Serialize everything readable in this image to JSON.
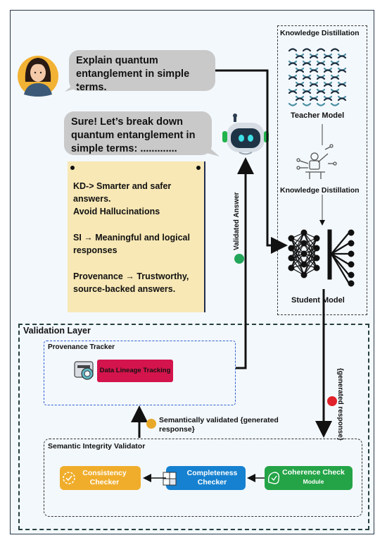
{
  "knowledge_distillation": {
    "title": "Knowledge Distillation",
    "teacher_label": "Teacher  Model",
    "kd_icon_label": "Knowledge Distillation",
    "student_label": "Student  Model"
  },
  "chat": {
    "user_message_lines": [
      "Explain quantum",
      "entanglement in simple",
      "terms."
    ],
    "bot_message_lines": [
      "Sure! Let’s break down",
      "quantum entanglement in",
      "simple terms: ............."
    ]
  },
  "notes": {
    "lines_1": [
      "KD-> Smarter and safer",
      "answers.",
      "Avoid Hallucinations"
    ],
    "lines_2": [
      "SI → Meaningful and logical",
      "responses"
    ],
    "lines_3": [
      "Provenance → Trustworthy,",
      "source-backed answers."
    ]
  },
  "arrows": {
    "validated_answer": "Validated Answer",
    "generated_response": "{generated response}",
    "semantically_validated": [
      "Semantically validated {generated",
      "response}"
    ]
  },
  "validation_layer": {
    "title": "Validation Layer",
    "provenance_title": "Provenance Tracker",
    "data_lineage": "Data Lineage Tracking",
    "semantic_title": "Semantic Integrity Validator",
    "consistency_lines": [
      "Consistency",
      "Checker"
    ],
    "completeness_lines": [
      "Completeness",
      "Checker"
    ],
    "coherence_title": "Coherence  Check",
    "coherence_sub": "Module"
  },
  "colors": {
    "green_dot": "#22a65a",
    "red_dot": "#e0222a",
    "yellow_dot": "#e8a92a",
    "data_lineage": "#d4144c",
    "consistency": "#f0ad2b",
    "completeness": "#1681d0",
    "coherence": "#24a447"
  }
}
